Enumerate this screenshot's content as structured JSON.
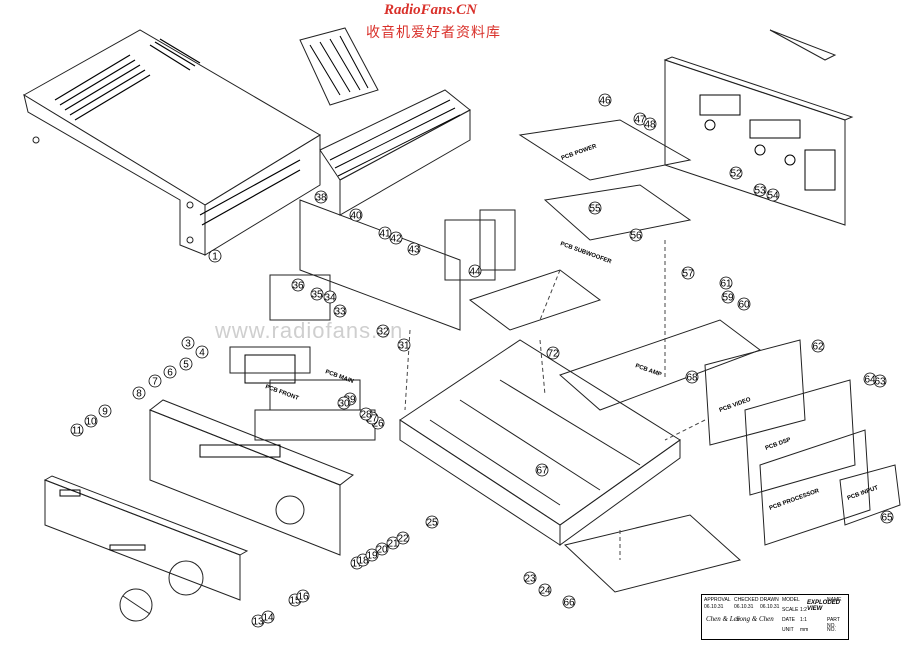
{
  "watermark": {
    "title": "RadioFans.CN",
    "subtitle": "收音机爱好者资料库",
    "url": "www.radiofans.cn"
  },
  "diagram": {
    "part_labels": [
      "1",
      "3",
      "4",
      "5",
      "6",
      "7",
      "8",
      "9",
      "10",
      "11",
      "13",
      "14",
      "15",
      "16",
      "17",
      "18",
      "19",
      "20",
      "21",
      "22",
      "23",
      "24",
      "25",
      "26",
      "27",
      "28",
      "29",
      "30",
      "31",
      "32",
      "33",
      "34",
      "35",
      "36",
      "38",
      "40",
      "41",
      "42",
      "43",
      "44",
      "46",
      "47",
      "48",
      "52",
      "53",
      "54",
      "55",
      "56",
      "57",
      "59",
      "60",
      "61",
      "62",
      "63",
      "64",
      "65",
      "66",
      "67",
      "68",
      "72"
    ],
    "board_labels": [
      "PCB POWER",
      "PCB SUBWOOFER",
      "PCB AMP",
      "PCB VIDEO",
      "PCB DSP",
      "PCB PROCESSOR",
      "PCB INPUT",
      "PCB FRONT",
      "PCB MAIN"
    ]
  },
  "title_block": {
    "title": "EXPLODED VIEW",
    "cells": [
      "APPROVAL",
      "CHECKED",
      "DRAWN",
      "MODEL",
      "SCALE",
      "DATE",
      "UNIT",
      "NAME",
      "PART NO.",
      "NO.",
      "06.10.31",
      "06.10.31",
      "06.10.31",
      "1:2",
      "1:1",
      "mm"
    ],
    "signatures": [
      "Chen & Lee",
      "Song & Chen"
    ]
  }
}
